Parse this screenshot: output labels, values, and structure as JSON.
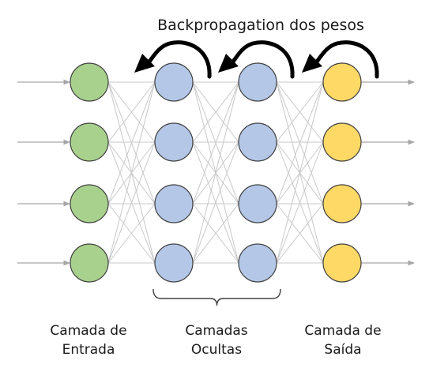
{
  "title": "Backpropagation dos pesos",
  "labels": {
    "input": [
      "Camada de",
      "Entrada"
    ],
    "hidden": [
      "Camadas",
      "Ocultas"
    ],
    "output": [
      "Camada de",
      "Saída"
    ]
  },
  "layers": [
    {
      "name": "input",
      "nodes": 4,
      "fill": "#a9d18e",
      "stroke": "#3f3f3f"
    },
    {
      "name": "hidden-1",
      "nodes": 4,
      "fill": "#b4c7e7",
      "stroke": "#3f3f3f"
    },
    {
      "name": "hidden-2",
      "nodes": 4,
      "fill": "#b4c7e7",
      "stroke": "#3f3f3f"
    },
    {
      "name": "output",
      "nodes": 4,
      "fill": "#ffd966",
      "stroke": "#3f3f3f"
    }
  ],
  "colors": {
    "connection": "#c8c8c8",
    "io_arrow": "#a6a6a6",
    "backprop_arrow": "#000000",
    "brace": "#404040"
  }
}
